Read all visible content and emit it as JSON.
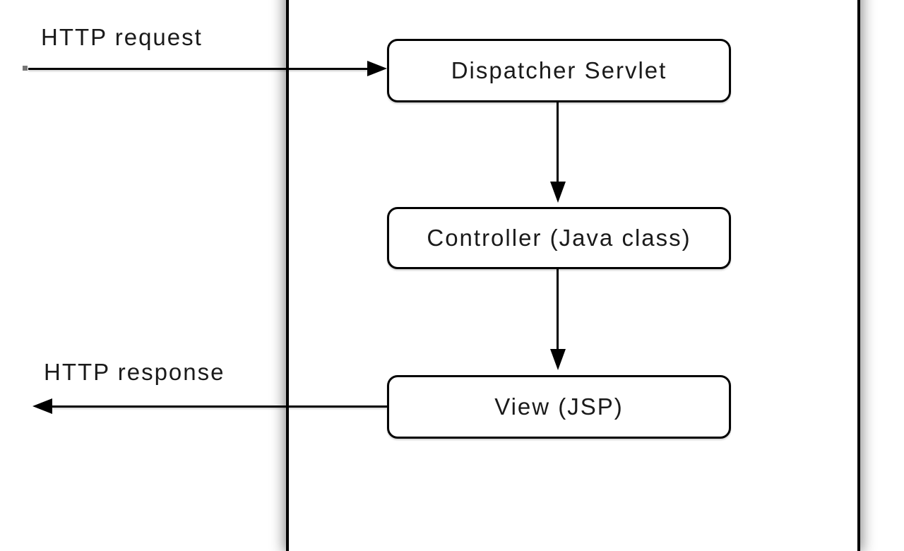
{
  "diagram": {
    "type": "flow",
    "colors": {
      "background": "#ffffff",
      "line": "#000000",
      "text": "#1a1a1a",
      "node_fill": "#ffffff"
    },
    "nodes": [
      {
        "id": "dispatcher-servlet",
        "label": "Dispatcher Servlet"
      },
      {
        "id": "controller",
        "label": "Controller (Java class)"
      },
      {
        "id": "view",
        "label": "View (JSP)"
      }
    ],
    "labels": {
      "http_request": "HTTP request",
      "http_response": "HTTP response"
    },
    "edges": [
      {
        "from": "client",
        "to": "dispatcher-servlet",
        "label": "HTTP request",
        "direction": "right"
      },
      {
        "from": "dispatcher-servlet",
        "to": "controller",
        "label": "",
        "direction": "down"
      },
      {
        "from": "controller",
        "to": "view",
        "label": "",
        "direction": "down"
      },
      {
        "from": "view",
        "to": "client",
        "label": "HTTP response",
        "direction": "left"
      }
    ]
  }
}
